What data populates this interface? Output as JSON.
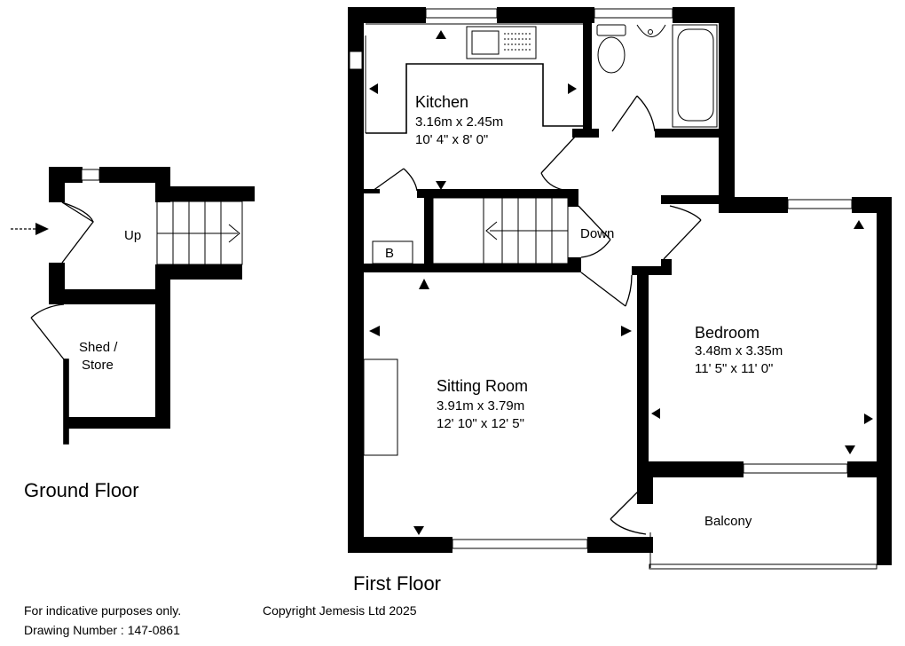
{
  "rooms": {
    "kitchen": {
      "name": "Kitchen",
      "metric": "3.16m x 2.45m",
      "imperial": "10' 4\" x 8' 0\""
    },
    "sitting": {
      "name": "Sitting Room",
      "metric": "3.91m x 3.79m",
      "imperial": "12' 10\" x 12' 5\""
    },
    "bedroom": {
      "name": "Bedroom",
      "metric": "3.48m x 3.35m",
      "imperial": "11' 5\" x 11' 0\""
    },
    "balcony": {
      "name": "Balcony"
    },
    "shed": {
      "line1": "Shed /",
      "line2": "Store"
    }
  },
  "labels": {
    "up": "Up",
    "down": "Down",
    "boiler": "B"
  },
  "floors": {
    "ground": "Ground Floor",
    "first": "First Floor"
  },
  "footer": {
    "disclaimer": "For indicative purposes only.",
    "copyright": "Copyright Jemesis Ltd 2025",
    "drawing_number": "Drawing Number : 147-0861"
  }
}
